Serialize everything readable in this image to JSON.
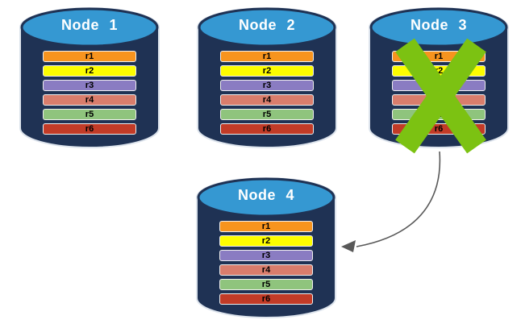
{
  "diagram": {
    "description": "Database replication failover diagram: four database nodes each holding replicas r1-r6; Node 3 is failed (crossed out) and an arrow points from Node 3 to Node 4",
    "colors": {
      "cylinder-body": "#1F3254",
      "cylinder-top": "#3598D2",
      "cylinder-outline": "#DCE3EC",
      "bar-border": "#EFEFEF",
      "bar-text": "#000000",
      "title-text": "#FFFFFF",
      "failure-x": "#7CC212",
      "arrow": "#595959"
    },
    "nodes": [
      {
        "label": "Node 1",
        "status": "active",
        "rows": [
          {
            "label": "r1",
            "color": "#F7941E"
          },
          {
            "label": "r2",
            "color": "#FDFD00"
          },
          {
            "label": "r3",
            "color": "#8A7CC2"
          },
          {
            "label": "r4",
            "color": "#D97D6C"
          },
          {
            "label": "r5",
            "color": "#8FC47D"
          },
          {
            "label": "r6",
            "color": "#C23B27"
          }
        ]
      },
      {
        "label": "Node 2",
        "status": "active",
        "rows": [
          {
            "label": "r1",
            "color": "#F7941E"
          },
          {
            "label": "r2",
            "color": "#FDFD00"
          },
          {
            "label": "r3",
            "color": "#8A7CC2"
          },
          {
            "label": "r4",
            "color": "#D97D6C"
          },
          {
            "label": "r5",
            "color": "#8FC47D"
          },
          {
            "label": "r6",
            "color": "#C23B27"
          }
        ]
      },
      {
        "label": "Node 3",
        "status": "failed",
        "rows": [
          {
            "label": "r1",
            "color": "#F7941E"
          },
          {
            "label": "r2",
            "color": "#FDFD00"
          },
          {
            "label": "r3",
            "color": "#8A7CC2"
          },
          {
            "label": "r4",
            "color": "#D97D6C"
          },
          {
            "label": "r5",
            "color": "#8FC47D"
          },
          {
            "label": "r6",
            "color": "#C23B27"
          }
        ]
      },
      {
        "label": "Node 4",
        "status": "active",
        "rows": [
          {
            "label": "r1",
            "color": "#F7941E"
          },
          {
            "label": "r2",
            "color": "#FDFD00"
          },
          {
            "label": "r3",
            "color": "#8A7CC2"
          },
          {
            "label": "r4",
            "color": "#D97D6C"
          },
          {
            "label": "r5",
            "color": "#8FC47D"
          },
          {
            "label": "r6",
            "color": "#C23B27"
          }
        ]
      }
    ],
    "arrow": {
      "from": "Node 3",
      "to": "Node 4"
    }
  }
}
